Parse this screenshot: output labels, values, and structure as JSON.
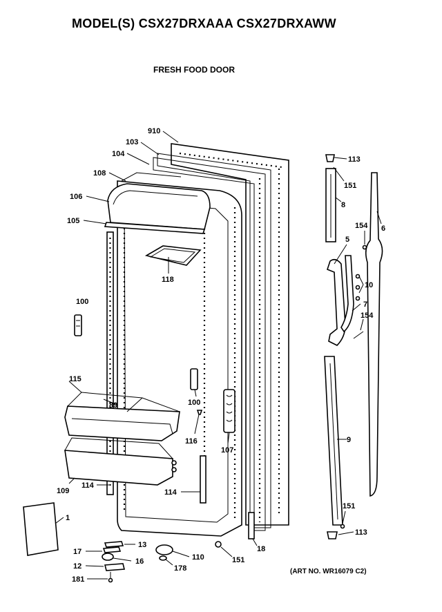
{
  "header": {
    "model_title": "MODEL(S) CSX27DRXAAA  CSX27DRXAWW",
    "section_title": "FRESH FOOD DOOR",
    "art_number": "(ART NO. WR16079 C2)"
  },
  "parts": {
    "p910": "910",
    "p103": "103",
    "p104": "104",
    "p108": "108",
    "p106": "106",
    "p105": "105",
    "p118": "118",
    "p100a": "100",
    "p100b": "100",
    "p115": "115",
    "p89": "89",
    "p116": "116",
    "p107": "107",
    "p109": "109",
    "p114a": "114",
    "p114b": "114",
    "p1": "1",
    "p13": "13",
    "p17": "17",
    "p16": "16",
    "p12": "12",
    "p181": "181",
    "p110": "110",
    "p178": "178",
    "p151a": "151",
    "p18": "18",
    "p113a": "113",
    "p151b": "151",
    "p8": "8",
    "p6": "6",
    "p154a": "154",
    "p5": "5",
    "p10": "10",
    "p7": "7",
    "p154b": "154",
    "p9": "9",
    "p151c": "151",
    "p113b": "113"
  }
}
